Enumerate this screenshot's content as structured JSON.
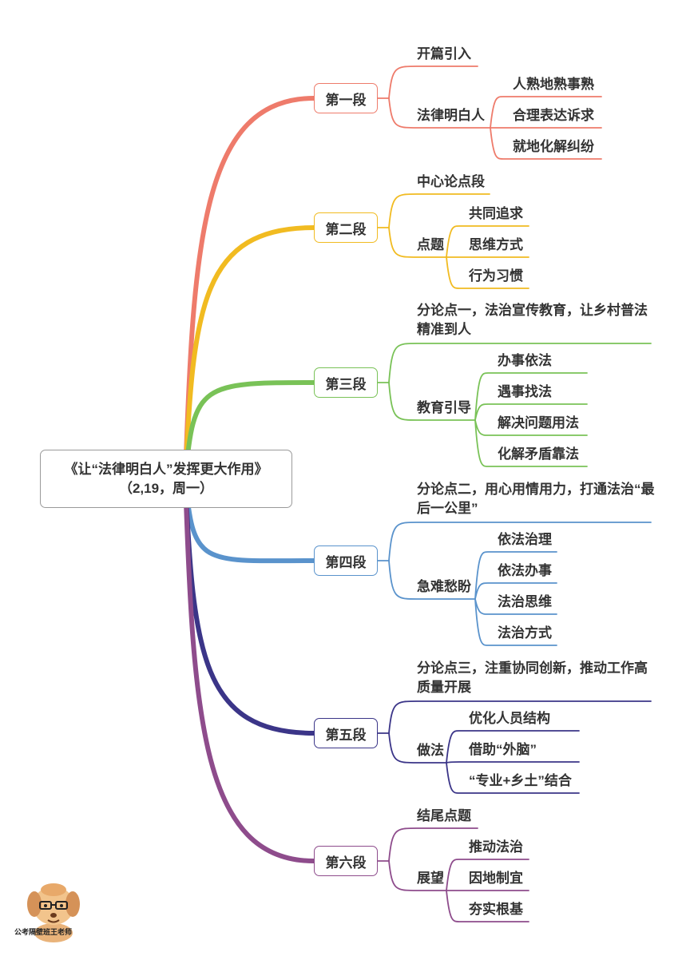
{
  "root": {
    "title": "《让“法律明白人”发挥更大作用》",
    "subtitle": "（2,19，周一）"
  },
  "sections": [
    {
      "label": "第一段",
      "color": "#ee7b6b",
      "intro": "开篇引入",
      "sub": "法律明白人",
      "children": [
        "人熟地熟事熟",
        "合理表达诉求",
        "就地化解纠纷"
      ]
    },
    {
      "label": "第二段",
      "color": "#f1bb21",
      "intro": "中心论点段",
      "sub": "点题",
      "children": [
        "共同追求",
        "思维方式",
        "行为习惯"
      ]
    },
    {
      "label": "第三段",
      "color": "#79c257",
      "intro": "分论点一，法治宣传教育，让乡村普法精准到人",
      "sub": "教育引导",
      "children": [
        "办事依法",
        "遇事找法",
        "解决问题用法",
        "化解矛盾靠法"
      ]
    },
    {
      "label": "第四段",
      "color": "#5a93cc",
      "intro": "分论点二，用心用情用力，打通法治“最后一公里”",
      "sub": "急难愁盼",
      "children": [
        "依法治理",
        "依法办事",
        "法治思维",
        "法治方式"
      ]
    },
    {
      "label": "第五段",
      "color": "#3b3588",
      "intro": "分论点三，注重协同创新，推动工作高质量开展",
      "sub": "做法",
      "children": [
        "优化人员结构",
        "借助“外脑”",
        "“专业+乡土”结合"
      ]
    },
    {
      "label": "第六段",
      "color": "#8e4c8c",
      "intro": "结尾点题",
      "sub": "展望",
      "children": [
        "推动法治",
        "因地制宜",
        "夯实根基"
      ]
    }
  ],
  "watermark": {
    "text": "公考隔壁班王老师",
    "icon": "cartoon-dog-teacher-icon"
  }
}
